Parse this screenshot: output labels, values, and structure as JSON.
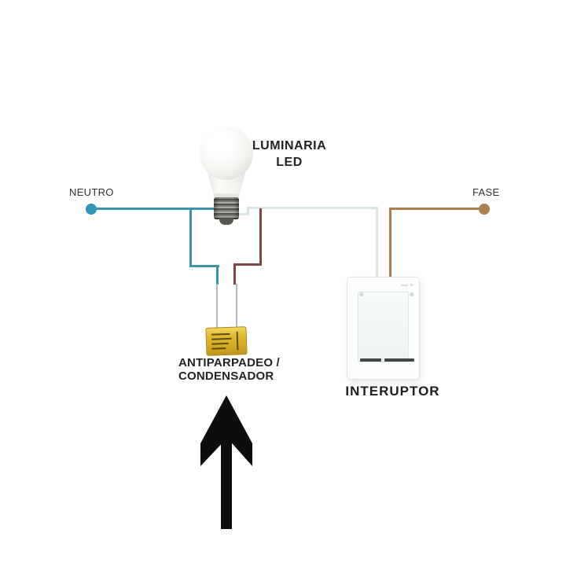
{
  "diagram": {
    "title": "led-antiflicker-capacitor-wiring-diagram",
    "labels": {
      "neutral": "NEUTRO",
      "phase": "FASE",
      "lamp_line1": "LUMINARIA",
      "lamp_line2": "LED",
      "capacitor_line1": "ANTIPARPADEO /",
      "capacitor_line2": "CONDENSADOR",
      "switch": "INTERUPTOR"
    },
    "components": {
      "lamp": "led-bulb",
      "capacitor": "yellow-x2-film-capacitor",
      "switch": "single-rocker-wall-switch",
      "annotation": "black-up-arrow-pointing-at-capacitor"
    },
    "colors": {
      "neutral_wire": "#3f93a9",
      "neutral_terminal": "#2d96ba",
      "lamp_wire": "#d9e5e6",
      "capacitor_branch_wire": "#7e4743",
      "phase_wire": "#a97f52",
      "phase_terminal": "#ab8150",
      "capacitor_body": "#e2ba31",
      "arrow": "#0d0d0d",
      "background": "#ffffff"
    }
  }
}
